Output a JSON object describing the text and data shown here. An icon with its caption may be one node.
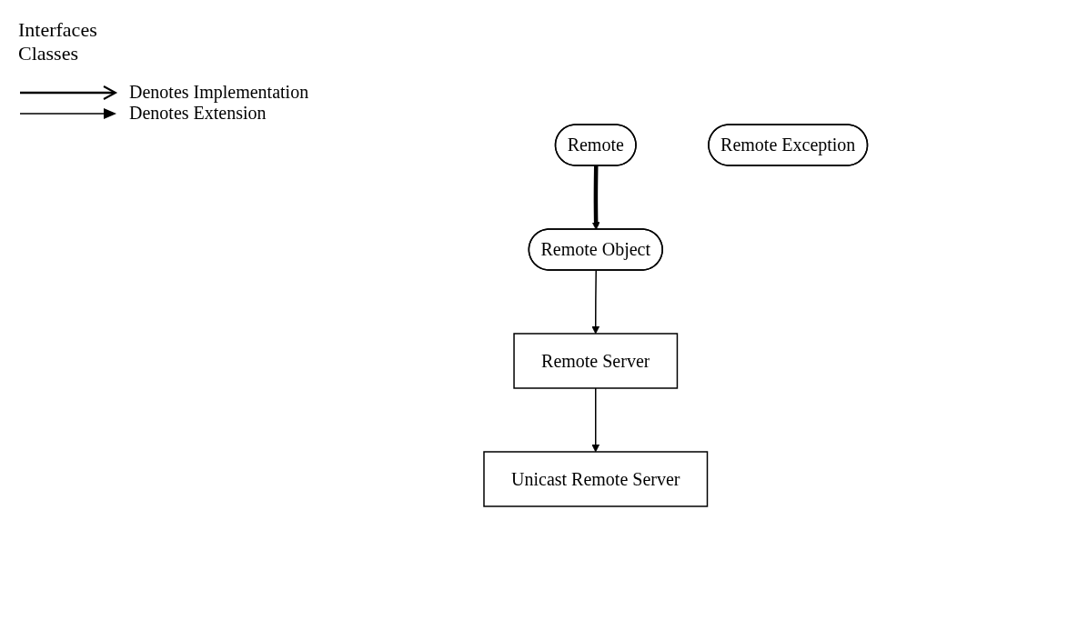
{
  "diagram": {
    "nodes": [
      {
        "text": [
          "Remote"
        ]
      },
      {
        "text": [
          "Remote Object"
        ]
      },
      {
        "text": [
          "Remote Exception"
        ]
      },
      {
        "text": [
          "Remote Server"
        ]
      },
      {
        "text": [
          "Unicast Remote Server"
        ]
      }
    ],
    "edges": [
      {
        "from": 0,
        "to": 1,
        "arrow": "to",
        "style": "thick"
      },
      {
        "from": 1,
        "to": 3,
        "arrow": "to"
      },
      {
        "from": 3,
        "to": 4,
        "arrow": "to"
      }
    ],
    "labels": [
      "Interfaces",
      "Classes"
    ],
    "legend": [
      {
        "text": "Denotes Implementation"
      },
      {
        "text": "Denotes Extension"
      }
    ]
  }
}
